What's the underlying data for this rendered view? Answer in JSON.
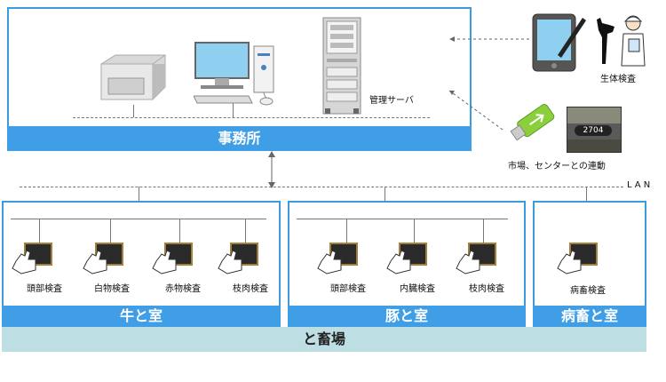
{
  "office": {
    "title": "事務所",
    "server_label": "管理サーバ"
  },
  "external": {
    "inspection_label": "生体検査",
    "linkage_label": "市場、センターとの連動",
    "tag_number": "2704"
  },
  "network": {
    "lan_label": "L A N"
  },
  "cattle": {
    "title": "牛と室",
    "devices": [
      "頭部検査",
      "白物検査",
      "赤物検査",
      "枝肉検査"
    ]
  },
  "pig": {
    "title": "豚と室",
    "devices": [
      "頭部検査",
      "内臓検査",
      "枝肉検査"
    ]
  },
  "sick": {
    "title": "病畜と室",
    "devices": [
      "病畜検査"
    ]
  },
  "footer": {
    "title": "と畜場"
  },
  "colors": {
    "accent": "#3f9ee6",
    "footer_band": "#bddfe3"
  }
}
